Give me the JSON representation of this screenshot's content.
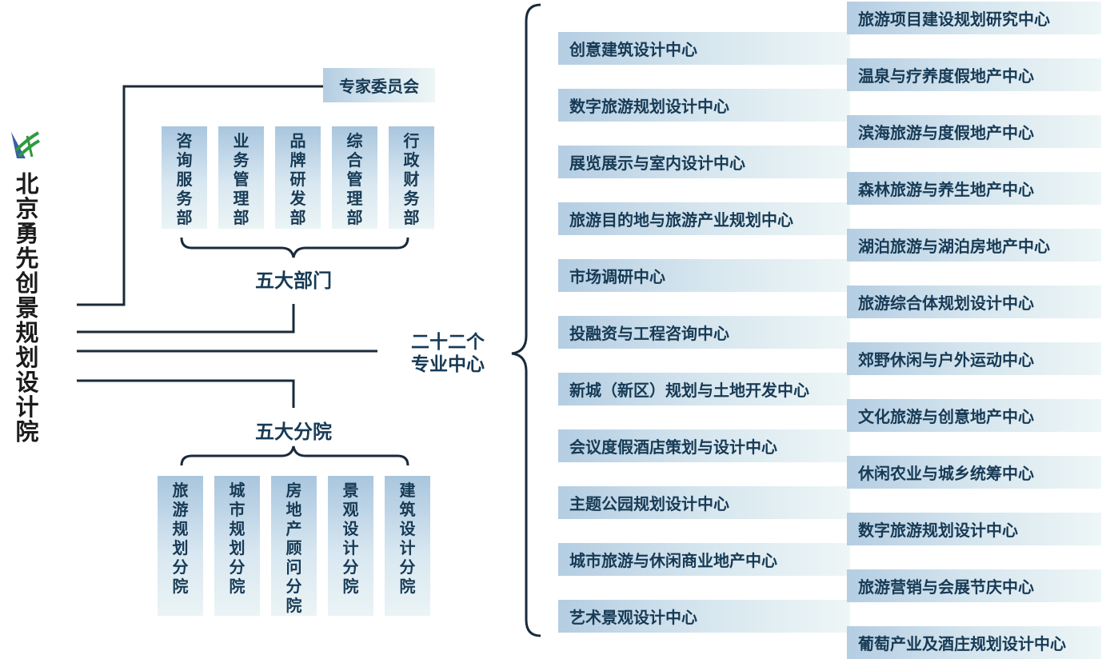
{
  "org_name": "北京勇先创景规划设计院",
  "expert_committee": "专家委员会",
  "departments_label": "五大部门",
  "departments": [
    "咨询服务部",
    "业务管理部",
    "品牌研发部",
    "综合管理部",
    "行政财务部"
  ],
  "branches_label": "五大分院",
  "branches": [
    "旅游规划分院",
    "城市规划分院",
    "房地产顾问分院",
    "景观设计分院",
    "建筑设计分院"
  ],
  "centers_label": "二十二个专业中心",
  "centers_left": [
    "创意建筑设计中心",
    "数字旅游规划设计中心",
    "展览展示与室内设计中心",
    "旅游目的地与旅游产业规划中心",
    "市场调研中心",
    "投融资与工程咨询中心",
    "新城（新区）规划与土地开发中心",
    "会议度假酒店策划与设计中心",
    "主题公园规划设计中心",
    "城市旅游与休闲商业地产中心",
    "艺术景观设计中心"
  ],
  "centers_right": [
    "旅游项目建设规划研究中心",
    "温泉与疗养度假地产中心",
    "滨海旅游与度假地产中心",
    "森林旅游与养生地产中心",
    "湖泊旅游与湖泊房地产中心",
    "旅游综合体规划设计中心",
    "郊野休闲与户外运动中心",
    "文化旅游与创意地产中心",
    "休闲农业与城乡统筹中心",
    "数字旅游规划设计中心",
    "旅游营销与会展节庆中心",
    "葡萄产业及酒庄规划设计中心"
  ]
}
